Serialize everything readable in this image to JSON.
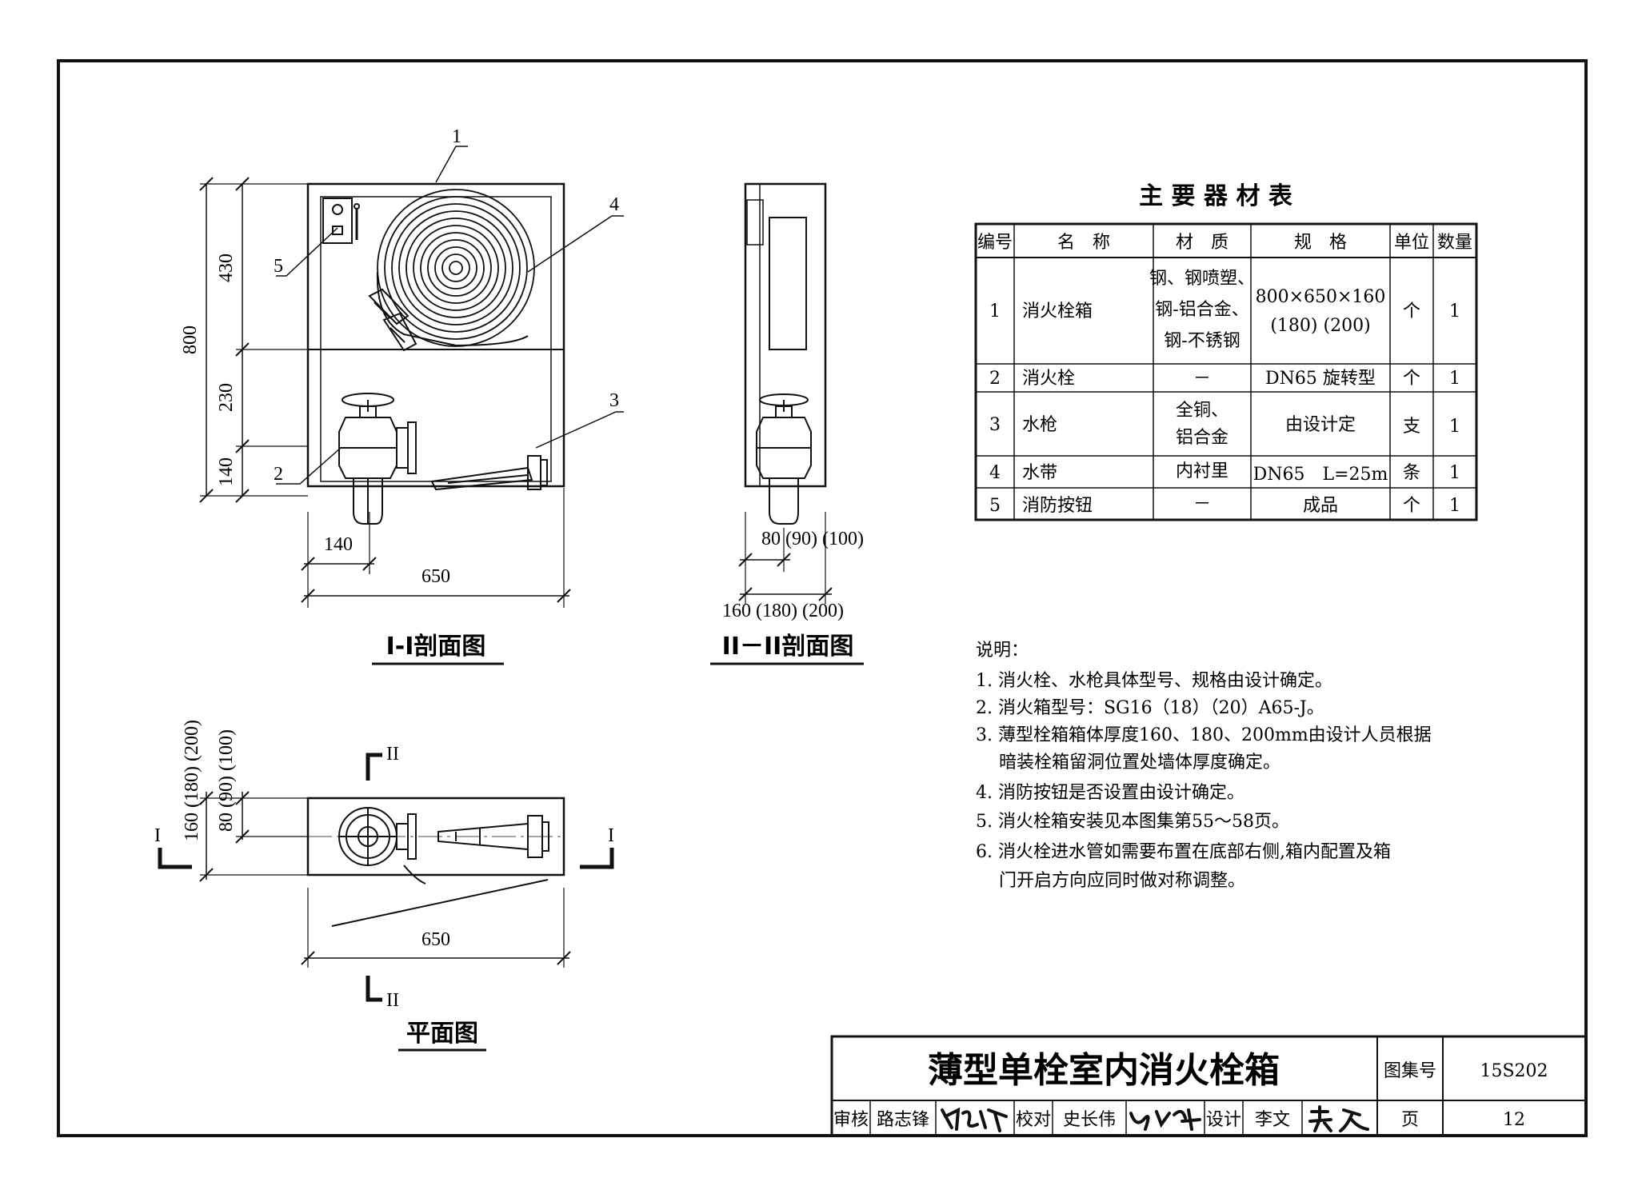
{
  "views": {
    "section1": {
      "title": "I-I剖面图",
      "dims": {
        "total_h": "800",
        "upper_h": "430",
        "mid_h": "230",
        "low_h": "140",
        "offset_w": "140",
        "width": "650"
      },
      "callouts": [
        "1",
        "2",
        "3",
        "4",
        "5"
      ]
    },
    "section2": {
      "title": "II－II剖面图",
      "dims": {
        "inner": "80 (90) (100)",
        "depth": "160 (180) (200)"
      }
    },
    "plan": {
      "title": "平面图",
      "dims": {
        "depth": "160 (180) (200)",
        "inner": "80 (90) (100)",
        "width": "650"
      },
      "cut_labels": {
        "i_left": "I",
        "i_right": "I",
        "ii_top": "II",
        "ii_bottom": "II"
      }
    }
  },
  "materials_table": {
    "title": "主 要 器 材 表",
    "headers": [
      "编号",
      "名　称",
      "材　质",
      "规　格",
      "单位",
      "数量"
    ],
    "rows": [
      {
        "no": "1",
        "name": "消火栓箱",
        "material": [
          "钢、钢喷塑、",
          "钢-铝合金、",
          "钢-不锈钢"
        ],
        "spec": [
          "800×650×160",
          "(180) (200)"
        ],
        "unit": "个",
        "qty": "1"
      },
      {
        "no": "2",
        "name": "消火栓",
        "material": [
          "－"
        ],
        "spec": [
          "DN65 旋转型"
        ],
        "unit": "个",
        "qty": "1"
      },
      {
        "no": "3",
        "name": "水枪",
        "material": [
          "全铜、",
          "铝合金"
        ],
        "spec": [
          "由设计定"
        ],
        "unit": "支",
        "qty": "1"
      },
      {
        "no": "4",
        "name": "水带",
        "material": [
          "内衬里"
        ],
        "spec": [
          "DN65　L=25m"
        ],
        "unit": "条",
        "qty": "1"
      },
      {
        "no": "5",
        "name": "消防按钮",
        "material": [
          "－"
        ],
        "spec": [
          "成品"
        ],
        "unit": "个",
        "qty": "1"
      }
    ]
  },
  "notes": {
    "heading": "说明：",
    "lines": [
      "1. 消火栓、水枪具体型号、规格由设计确定。",
      "2. 消火箱型号：SG16（18）（20）A65-J。",
      "3. 薄型栓箱箱体厚度160、180、200mm由设计人员根据",
      "　 暗装栓箱留洞位置处墙体厚度确定。",
      "4. 消防按钮是否设置由设计确定。",
      "5. 消火栓箱安装见本图集第55～58页。",
      "6. 消火栓进水管如需要布置在底部右侧,箱内配置及箱",
      "　 门开启方向应同时做对称调整。"
    ]
  },
  "title_block": {
    "drawing_title": "薄型单栓室内消火栓箱",
    "atlas_label": "图集号",
    "atlas_no": "15S202",
    "review_label": "审核",
    "reviewer": "路志锋",
    "check_label": "校对",
    "checker": "史长伟",
    "design_label": "设计",
    "designer": "李文",
    "page_label": "页",
    "page_no": "12"
  }
}
